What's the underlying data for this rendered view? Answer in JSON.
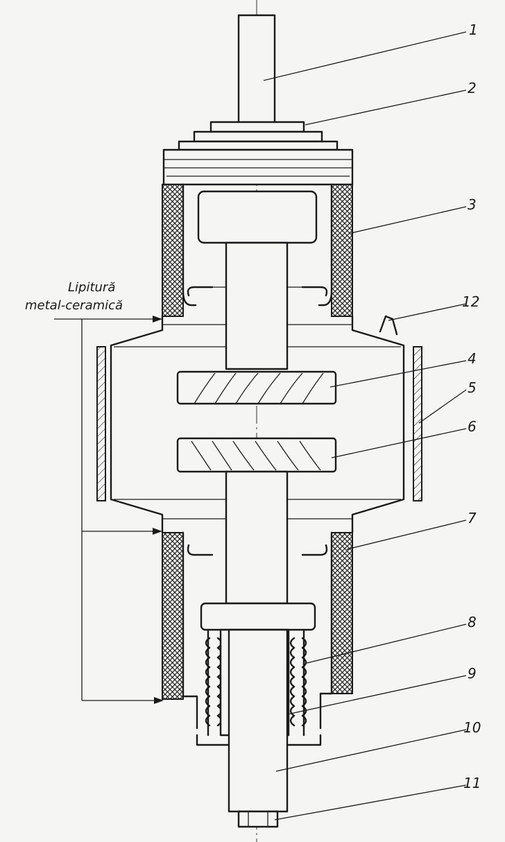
{
  "annotation": {
    "line1": "Lipitură",
    "line2": "metal-ceramică"
  },
  "callouts": [
    "1",
    "2",
    "3",
    "4",
    "5",
    "6",
    "7",
    "8",
    "9",
    "10",
    "11",
    "12"
  ]
}
